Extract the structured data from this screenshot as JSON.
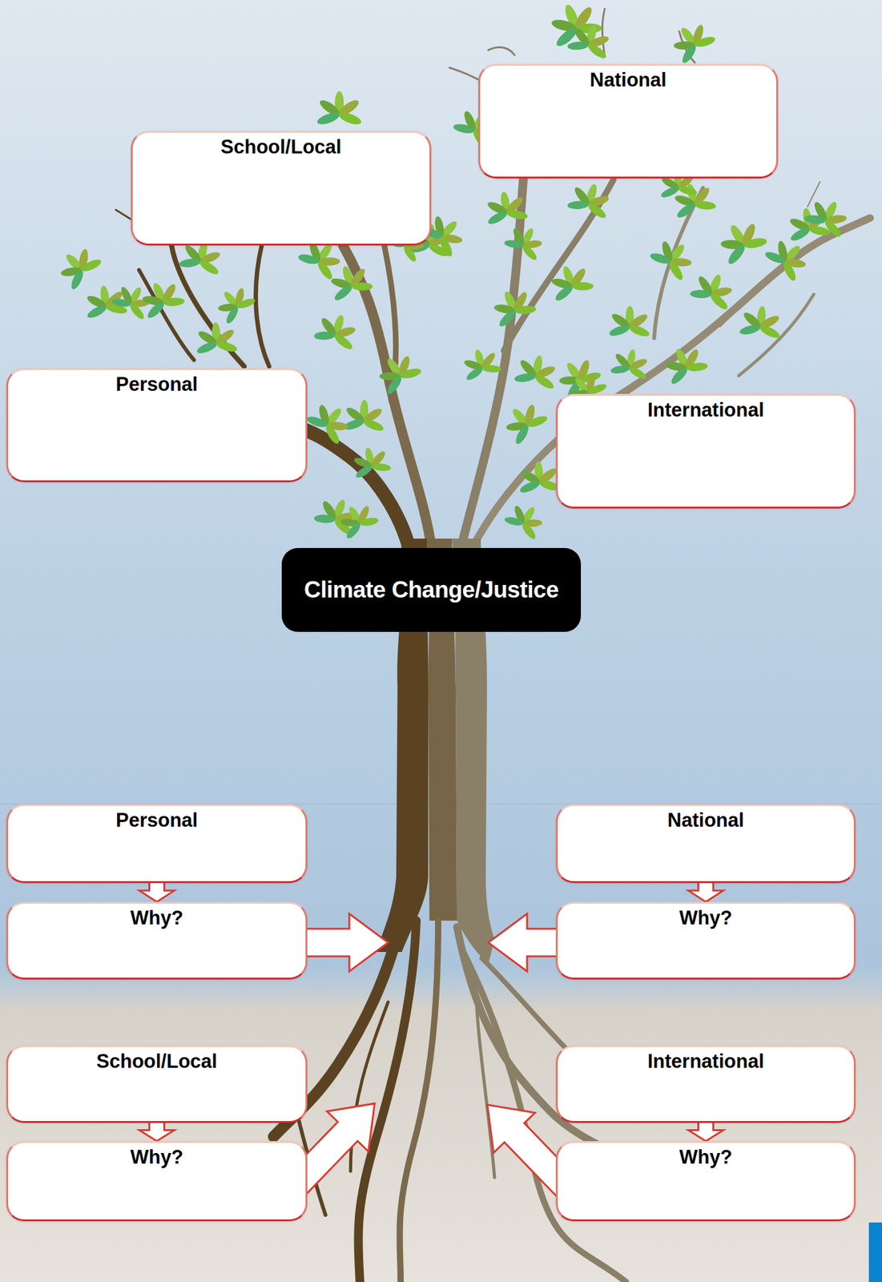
{
  "diagram": {
    "nodes": [
      {
        "text": [
          "National"
        ]
      },
      {
        "text": [
          "School/Local"
        ]
      },
      {
        "text": [
          "Personal"
        ]
      },
      {
        "text": [
          "International"
        ]
      },
      {
        "text": [
          "Climate Change/Justice"
        ]
      },
      {
        "text": [
          "Personal"
        ]
      },
      {
        "text": [
          "National"
        ]
      },
      {
        "text": [
          "Why?"
        ]
      },
      {
        "text": [
          "Why?"
        ]
      },
      {
        "text": [
          "School/Local"
        ]
      },
      {
        "text": [
          "International"
        ]
      },
      {
        "text": [
          "Why?"
        ]
      },
      {
        "text": [
          "Why?"
        ]
      }
    ],
    "edges": [
      {
        "from": 5,
        "to": 7,
        "arrow": "to"
      },
      {
        "from": 6,
        "to": 8,
        "arrow": "to"
      },
      {
        "from": 9,
        "to": 11,
        "arrow": "to"
      },
      {
        "from": 10,
        "to": 12,
        "arrow": "to"
      }
    ]
  }
}
